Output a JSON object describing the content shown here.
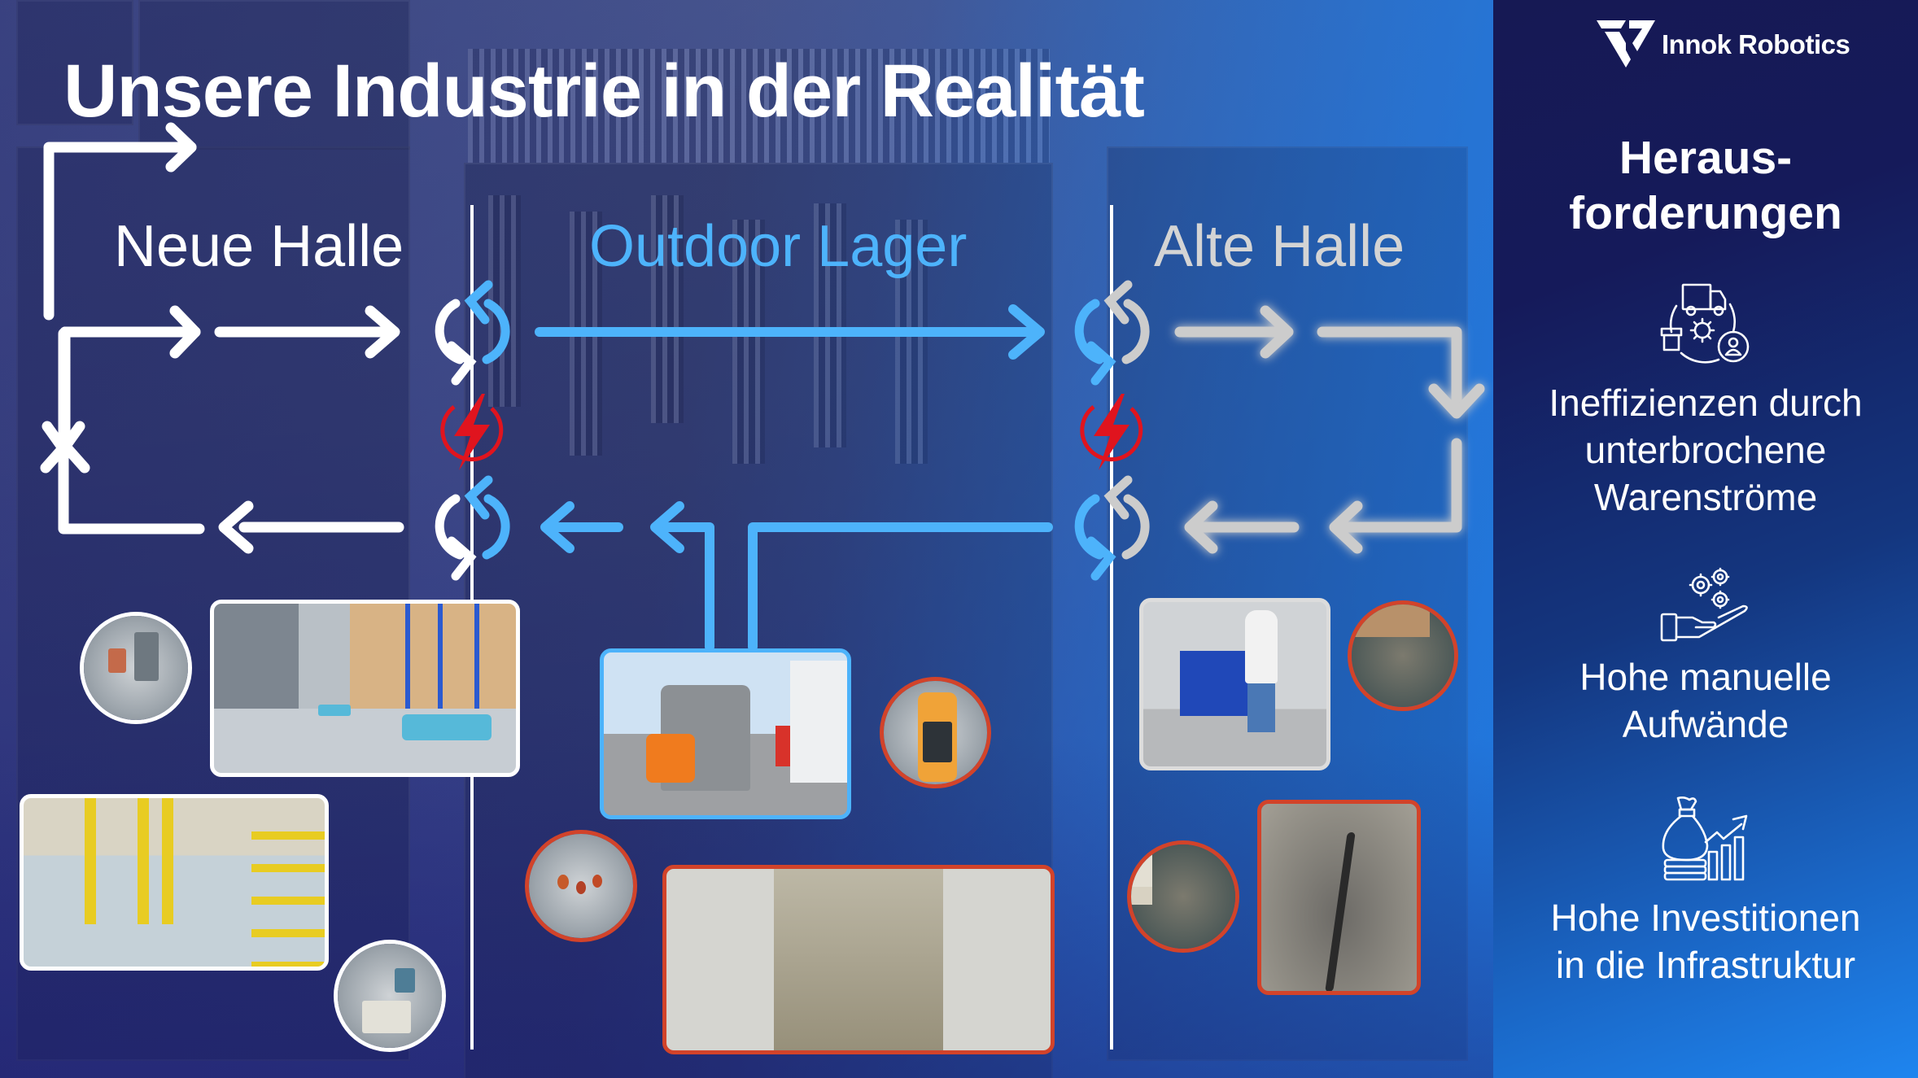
{
  "slide": {
    "title": "Unsere Industrie in der Realität"
  },
  "zones": [
    {
      "label": "Neue Halle",
      "color": "#ffffff"
    },
    {
      "label": "Outdoor Lager",
      "color": "#4db3fb"
    },
    {
      "label": "Alte Halle",
      "color": "#d4d4d4"
    }
  ],
  "colors": {
    "neue_flow": "#ffffff",
    "outdoor_flow": "#4db3fb",
    "alte_flow": "#cccccc",
    "disruption": "#e0141e",
    "problem_border": "#d2432a",
    "panel_dark": "#161954",
    "panel_light": "#1e85ef"
  },
  "flow_markers": {
    "handover_icon": "transfer-loop-icon",
    "break_icon": "power-disruption-icon"
  },
  "photos": {
    "neue_halle": [
      "warehouse-agv-photo",
      "factory-floor-photo",
      "aerial-detail-circle-1",
      "aerial-detail-circle-2"
    ],
    "outdoor_lager": [
      "forklift-photo",
      "aisle-photo",
      "forklift-aerial-circle",
      "workers-aerial-circle"
    ],
    "alte_halle": [
      "manual-cart-photo",
      "floor-crack-photo",
      "aerial-detail-circle-3",
      "aerial-detail-circle-4"
    ]
  },
  "panel": {
    "brand": "Innok Robotics",
    "heading_line1": "Heraus-",
    "heading_line2": "forderungen",
    "challenges": [
      {
        "icon": "logistics-cycle-icon",
        "line1": "Ineffizienzen durch",
        "line2": "unterbrochene",
        "line3": "Warenströme"
      },
      {
        "icon": "hand-gears-icon",
        "line1": "Hohe manuelle",
        "line2": "Aufwände"
      },
      {
        "icon": "money-bag-growth-icon",
        "line1": "Hohe Investitionen",
        "line2": "in die Infrastruktur"
      }
    ]
  }
}
